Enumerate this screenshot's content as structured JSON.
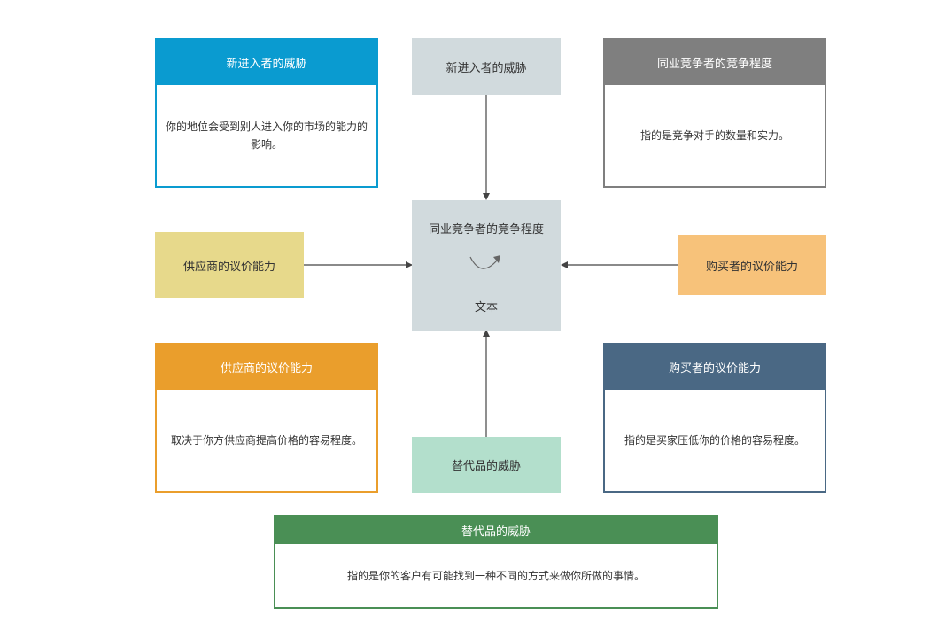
{
  "colors": {
    "blue": "#0a9bd0",
    "gray_dark": "#7f7f7f",
    "orange": "#ea9e2c",
    "slate": "#4a6884",
    "green": "#4a8f55",
    "light_gray": "#d1dadd",
    "yellow": "#e7d98b",
    "peach": "#f7c27a",
    "mint": "#b3dfcc",
    "arrow": "#444444"
  },
  "cards": {
    "new_entrants": {
      "title": "新进入者的威胁",
      "body": "你的地位会受到别人进入你的市场的能力的影响。"
    },
    "rivalry": {
      "title": "同业竞争者的竞争程度",
      "body": "指的是竞争对手的数量和实力。"
    },
    "suppliers": {
      "title": "供应商的议价能力",
      "body": "取决于你方供应商提高价格的容易程度。"
    },
    "buyers": {
      "title": "购买者的议价能力",
      "body": "指的是买家压低你的价格的容易程度。"
    },
    "substitutes": {
      "title": "替代品的威胁",
      "body": "指的是你的客户有可能找到一种不同的方式来做你所做的事情。"
    }
  },
  "flow": {
    "top": "新进入者的威胁",
    "center_title": "同业竞争者的竞争程度",
    "center_text": "文本",
    "left": "供应商的议价能力",
    "right": "购买者的议价能力",
    "bottom": "替代品的威胁",
    "center_icon": "cycle-arrow-icon"
  }
}
